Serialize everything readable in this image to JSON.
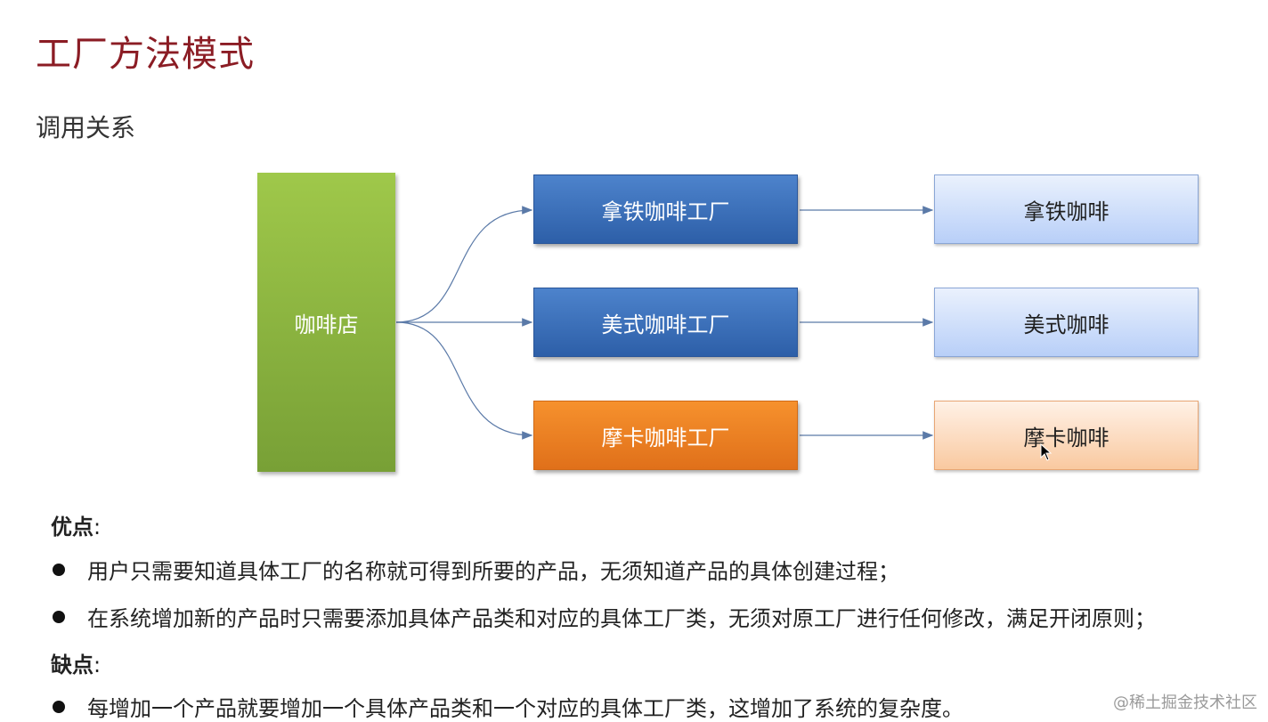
{
  "header": {
    "title": "工厂方法模式",
    "subtitle": "调用关系"
  },
  "diagram": {
    "shop": "咖啡店",
    "factories": [
      "拿铁咖啡工厂",
      "美式咖啡工厂",
      "摩卡咖啡工厂"
    ],
    "products": [
      "拿铁咖啡",
      "美式咖啡",
      "摩卡咖啡"
    ],
    "colors": {
      "shop": "#8cb33f",
      "factory_blue": "#3a6fbc",
      "factory_orange": "#f28524",
      "product_blue": "#cfe0fb",
      "product_orange": "#fddcc0",
      "arrow": "#5b7aa8"
    }
  },
  "pros": {
    "heading": "优点",
    "colon": ":",
    "items": [
      "用户只需要知道具体工厂的名称就可得到所要的产品，无须知道产品的具体创建过程；",
      "在系统增加新的产品时只需要添加具体产品类和对应的具体工厂类，无须对原工厂进行任何修改，满足开闭原则；"
    ]
  },
  "cons": {
    "heading": "缺点",
    "colon": ":",
    "items": [
      "每增加一个产品就要增加一个具体产品类和一个对应的具体工厂类，这增加了系统的复杂度。"
    ]
  },
  "watermark": "@稀土掘金技术社区",
  "icons": {
    "cursor": "mouse-pointer-icon",
    "bullet": "bullet-dot-icon"
  }
}
